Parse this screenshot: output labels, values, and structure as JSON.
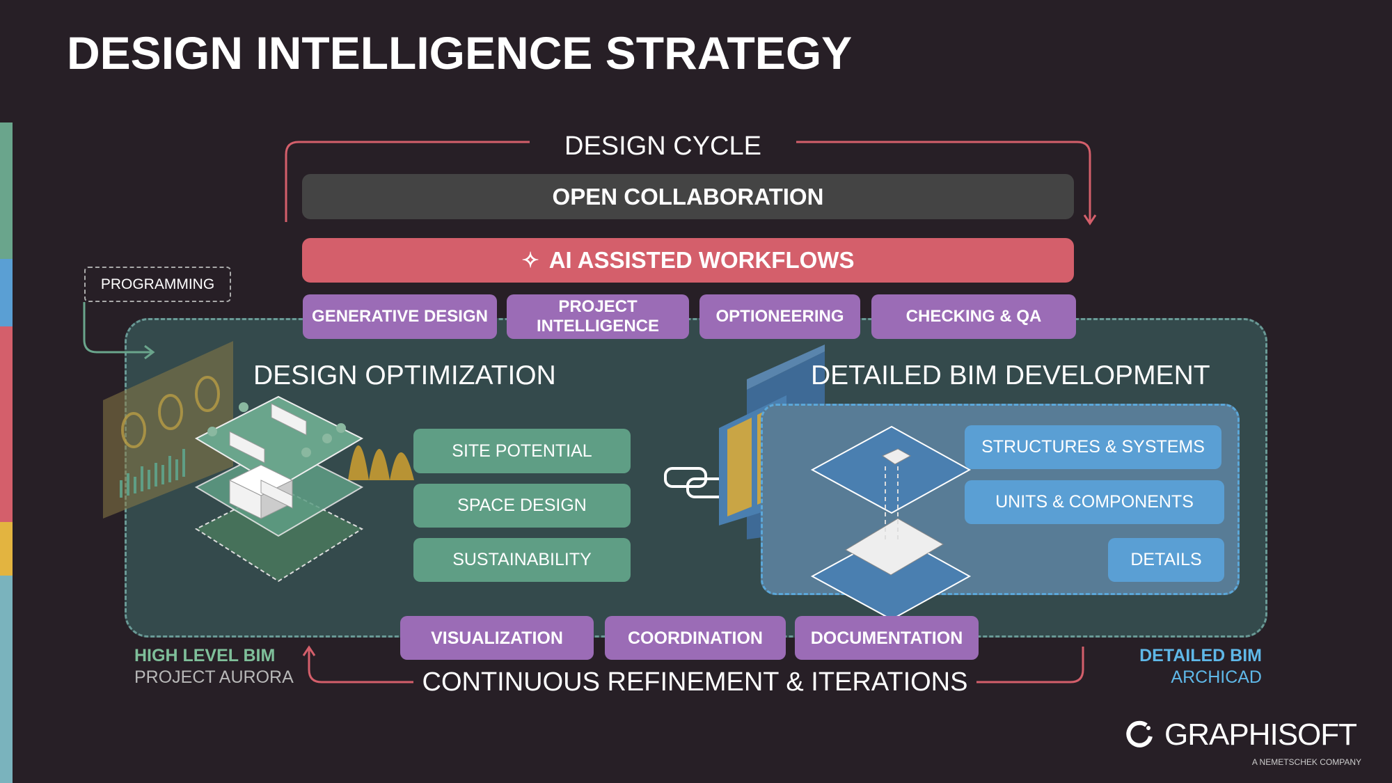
{
  "title": "DESIGN INTELLIGENCE STRATEGY",
  "design_cycle": "DESIGN CYCLE",
  "open_collaboration": "OPEN COLLABORATION",
  "ai_workflows": "AI ASSISTED WORKFLOWS",
  "top_tabs": [
    "GENERATIVE DESIGN",
    "PROJECT INTELLIGENCE",
    "OPTIONEERING",
    "CHECKING & QA"
  ],
  "programming": "PROGRAMMING",
  "design_optimization": {
    "title": "DESIGN OPTIMIZATION",
    "items": [
      "SITE POTENTIAL",
      "SPACE DESIGN",
      "SUSTAINABILITY"
    ]
  },
  "detailed_bim": {
    "title": "DETAILED BIM DEVELOPMENT",
    "items": [
      "STRUCTURES & SYSTEMS",
      "UNITS & COMPONENTS",
      "DETAILS"
    ]
  },
  "bottom_tabs": [
    "VISUALIZATION",
    "COORDINATION",
    "DOCUMENTATION"
  ],
  "continuous": "CONTINUOUS REFINEMENT & ITERATIONS",
  "left_label": {
    "title": "HIGH LEVEL BIM",
    "subtitle": "PROJECT AURORA"
  },
  "right_label": {
    "title": "DETAILED BIM",
    "subtitle": "ARCHICAD"
  },
  "logo": {
    "name": "GRAPHISOFT",
    "tagline": "A NEMETSCHEK COMPANY"
  },
  "colors": {
    "red": "#d45f6b",
    "purple": "#9b6cb6",
    "green": "#5f9e85",
    "blue": "#5a9fd4",
    "dark": "#444444"
  }
}
